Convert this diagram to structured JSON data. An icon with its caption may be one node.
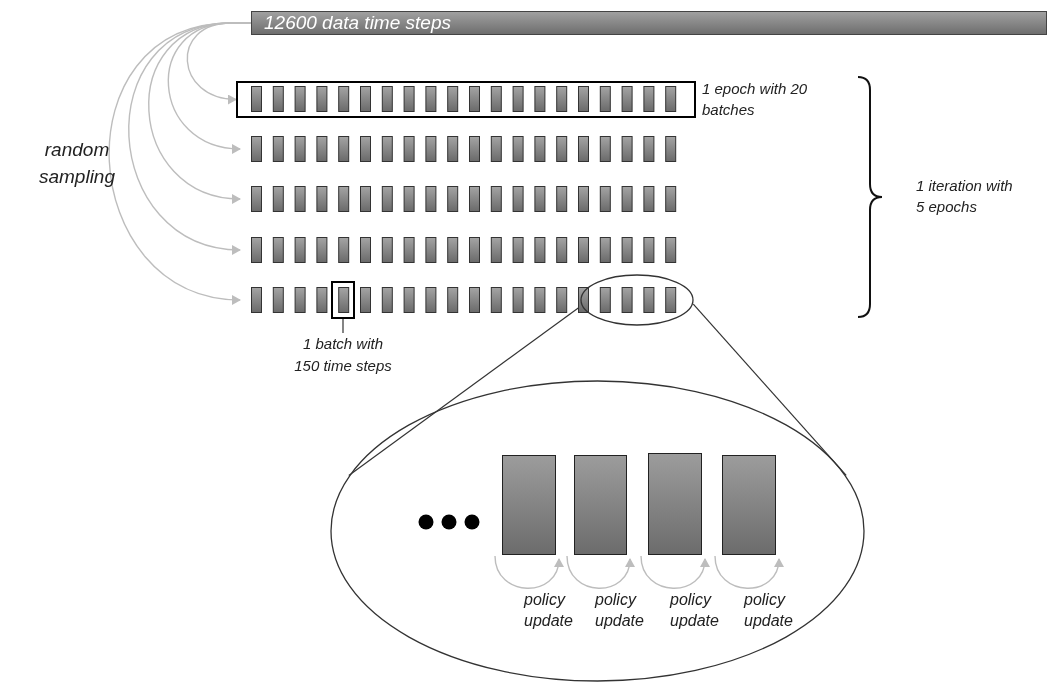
{
  "diagram": {
    "nodes": [
      {
        "text": [
          "12600 data time steps"
        ]
      },
      {
        "text": [],
        "shape": "box",
        "beside": [
          "1 epoch with 20 batches"
        ]
      },
      {
        "text": [],
        "shape": "box"
      },
      {
        "text": [],
        "shape": "box"
      },
      {
        "text": [],
        "shape": "box"
      },
      {
        "text": [],
        "shape": "box"
      },
      {
        "text": [],
        "shape": "box",
        "in": 5
      },
      {
        "text": [
          "1 batch with 150 time steps"
        ]
      },
      {
        "text": [],
        "shape": "ellipse"
      },
      {
        "text": [],
        "shape": "ellipse"
      },
      {
        "text": [],
        "shape": "box",
        "in": 9
      },
      {
        "text": [],
        "shape": "box",
        "in": 9
      },
      {
        "text": [],
        "shape": "box",
        "in": 9
      },
      {
        "text": [],
        "shape": "box",
        "in": 9
      }
    ],
    "edges": [
      {
        "from": 0,
        "to": 1,
        "arrow": "to"
      },
      {
        "from": 0,
        "to": 2,
        "arrow": "to"
      },
      {
        "from": 0,
        "to": 3,
        "arrow": "to"
      },
      {
        "from": 0,
        "to": 4,
        "arrow": "to"
      },
      {
        "from": 0,
        "to": 5,
        "arrow": "to"
      },
      {
        "from": 7,
        "to": 6,
        "arrow": "none",
        "color": "#333333"
      },
      {
        "from": 8,
        "to": 9,
        "arrow": "none",
        "color": "#333333"
      },
      {
        "from": 8,
        "to": 9,
        "arrow": "none",
        "color": "#333333"
      },
      {
        "from": 10,
        "to": 10,
        "arrow": "to",
        "label": "policy update"
      },
      {
        "from": 11,
        "to": 11,
        "arrow": "to",
        "label": "policy update"
      },
      {
        "from": 12,
        "to": 12,
        "arrow": "to",
        "label": "policy update"
      },
      {
        "from": 13,
        "to": 13,
        "arrow": "to",
        "label": "policy update"
      }
    ],
    "labels": [
      "random sampling",
      "1 iteration with 5 epochs"
    ]
  }
}
